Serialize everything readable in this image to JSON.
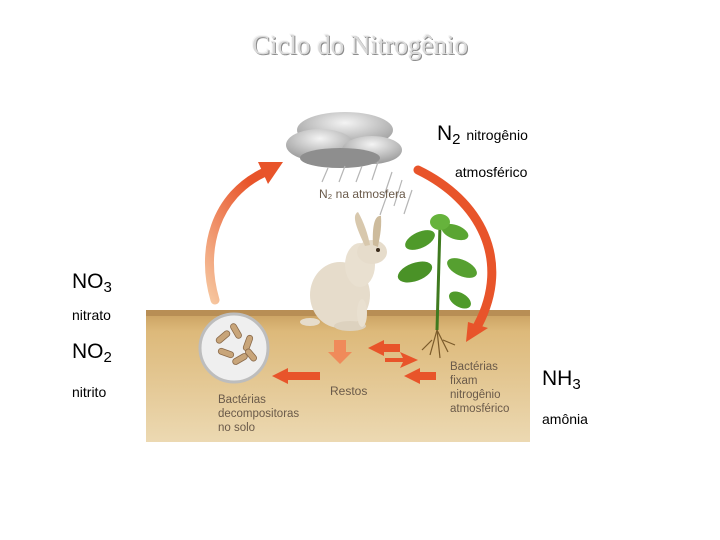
{
  "title": "Ciclo do Nitrogênio",
  "labels": {
    "n2": {
      "symbol": "N",
      "sub": "2",
      "name_line1": "nitrogênio",
      "name_line2": "atmosférico"
    },
    "no3": {
      "symbol": "NO",
      "sub": "3",
      "name": "nitrato"
    },
    "no2": {
      "symbol": "NO",
      "sub": "2",
      "name": "nitrito"
    },
    "nh3": {
      "symbol": "NH",
      "sub": "3",
      "name": "amônia"
    }
  },
  "figure": {
    "atmosphere_text": "N₂ na atmosfera",
    "fixing_bacteria": [
      "Bactérias",
      "fixam",
      "nitrogênio",
      "atmosférico"
    ],
    "decomposer_bacteria": [
      "Bactérias",
      "decompositoras",
      "no solo"
    ],
    "remains": "Restos"
  },
  "colors": {
    "arrow": "#e8542a",
    "soil": "#d9b77a",
    "title": "#d9d9d9"
  }
}
